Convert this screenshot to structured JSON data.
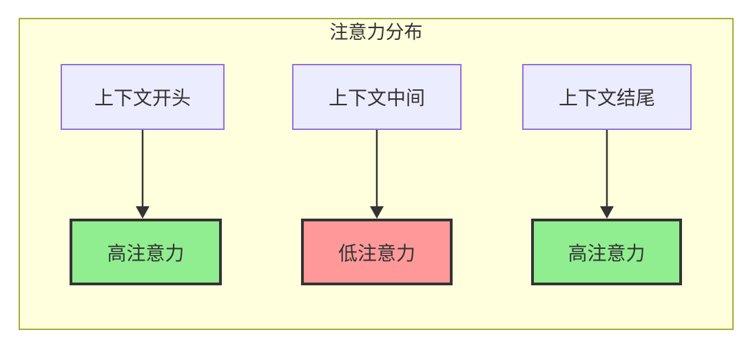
{
  "diagram": {
    "title": "注意力分布",
    "top_nodes": [
      {
        "id": "context-start",
        "label": "上下文开头"
      },
      {
        "id": "context-middle",
        "label": "上下文中间"
      },
      {
        "id": "context-end",
        "label": "上下文结尾"
      }
    ],
    "bottom_nodes": [
      {
        "id": "attention-high-1",
        "label": "高注意力",
        "level": "high"
      },
      {
        "id": "attention-low",
        "label": "低注意力",
        "level": "low"
      },
      {
        "id": "attention-high-2",
        "label": "高注意力",
        "level": "high"
      }
    ],
    "edges": [
      {
        "from": "上下文开头",
        "to": "高注意力"
      },
      {
        "from": "上下文中间",
        "to": "低注意力"
      },
      {
        "from": "上下文结尾",
        "to": "高注意力"
      }
    ],
    "colors": {
      "cluster_bg": "#ffffde",
      "cluster_border": "#aaaa33",
      "context_node_bg": "#ececff",
      "context_node_border": "#9370db",
      "high_attention_bg": "#90ee90",
      "low_attention_bg": "#ff9999",
      "result_node_border": "#333333",
      "text": "#333333",
      "arrow": "#333333"
    }
  }
}
